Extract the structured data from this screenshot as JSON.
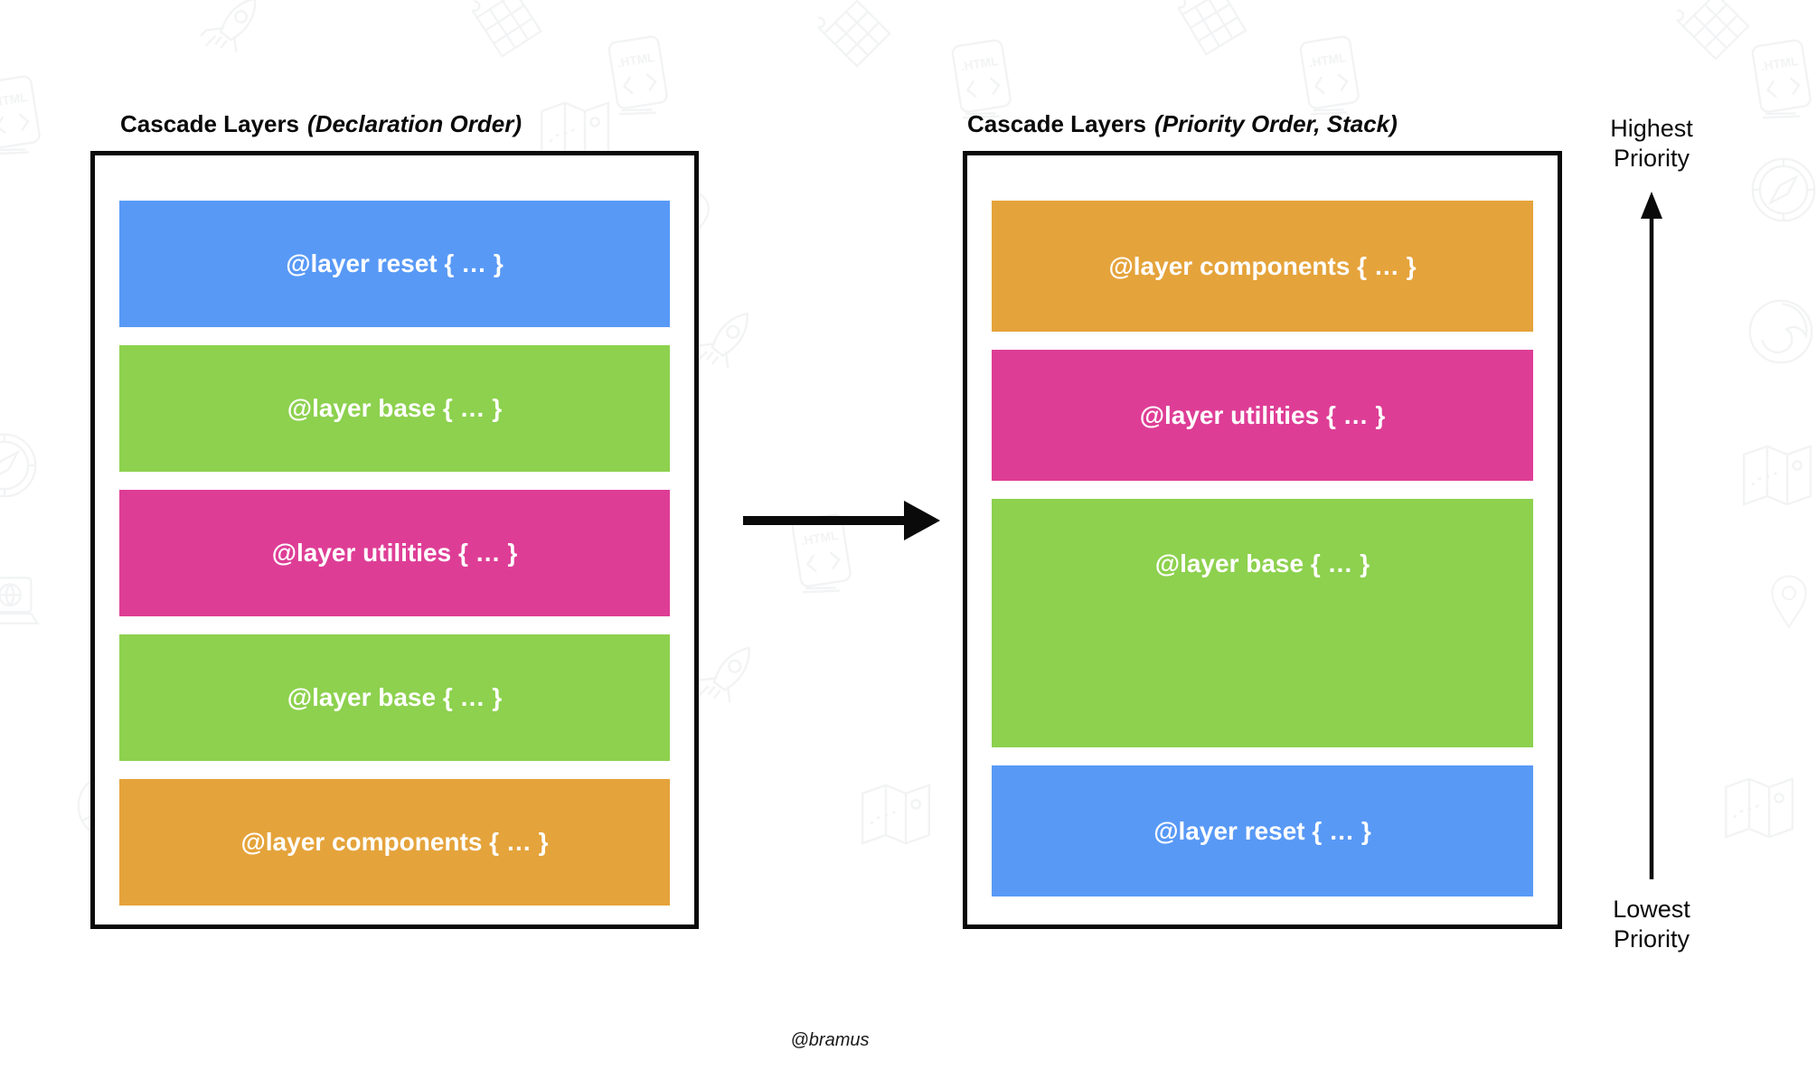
{
  "left_panel": {
    "title": "Cascade Layers",
    "title_suffix": "(Declaration Order)",
    "layers": [
      {
        "name": "reset",
        "label": "@layer reset { … }",
        "color": "#5899F6",
        "size": 1
      },
      {
        "name": "base",
        "label": "@layer base { … }",
        "color": "#8DD14E",
        "size": 1
      },
      {
        "name": "utilities",
        "label": "@layer utilities { … }",
        "color": "#DE3D96",
        "size": 1
      },
      {
        "name": "base",
        "label": "@layer base { … }",
        "color": "#8DD14E",
        "size": 1
      },
      {
        "name": "components",
        "label": "@layer components { … }",
        "color": "#E5A33B",
        "size": 1
      }
    ]
  },
  "right_panel": {
    "title": "Cascade Layers",
    "title_suffix": "(Priority Order, Stack)",
    "layers": [
      {
        "name": "components",
        "label": "@layer components { … }",
        "color": "#E5A33B",
        "size": 1
      },
      {
        "name": "utilities",
        "label": "@layer utilities { … }",
        "color": "#DE3D96",
        "size": 1
      },
      {
        "name": "base",
        "label": "@layer base { … }",
        "color": "#8DD14E",
        "size": 2
      },
      {
        "name": "reset",
        "label": "@layer reset { … }",
        "color": "#5899F6",
        "size": 1
      }
    ]
  },
  "priority_axis": {
    "top_label_line1": "Highest",
    "top_label_line2": "Priority",
    "bottom_label_line1": "Lowest",
    "bottom_label_line2": "Priority"
  },
  "credit": "@bramus",
  "colors": {
    "blue": "#5899F6",
    "green": "#8DD14E",
    "pink": "#DE3D96",
    "orange": "#E5A33B",
    "border": "#0a0a0a",
    "watermark": "#f2f3f4"
  }
}
